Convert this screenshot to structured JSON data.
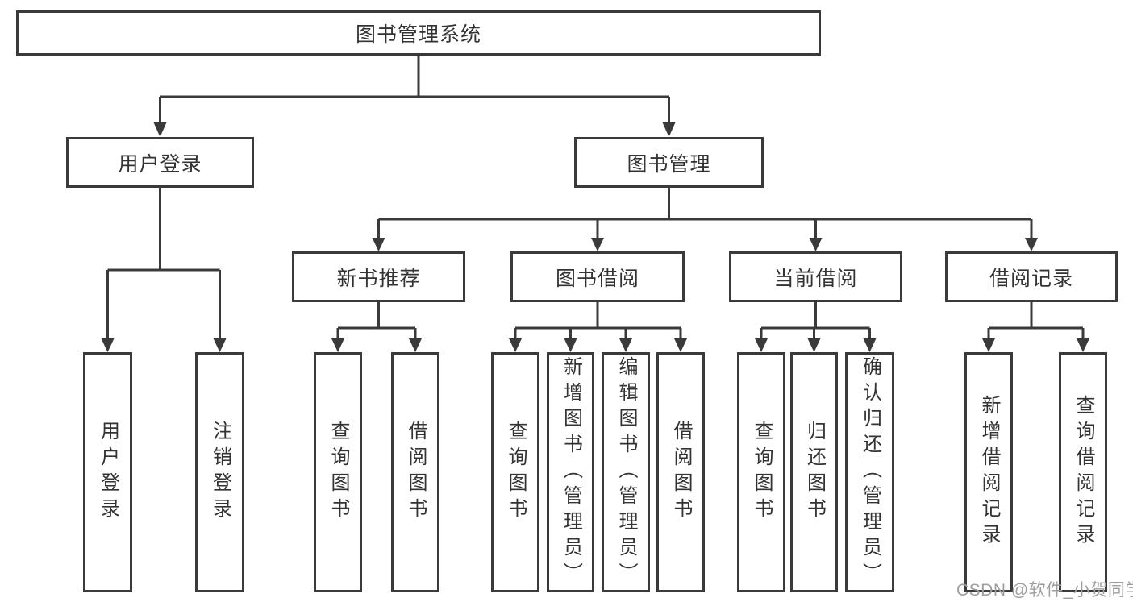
{
  "diagram": {
    "tree": {
      "label": "图书管理系统",
      "children": [
        {
          "label": "用户登录",
          "children": [
            {
              "label": "用户登录"
            },
            {
              "label": "注销登录"
            }
          ]
        },
        {
          "label": "图书管理",
          "children": [
            {
              "label": "新书推荐",
              "children": [
                {
                  "label": "查询图书"
                },
                {
                  "label": "借阅图书"
                }
              ]
            },
            {
              "label": "图书借阅",
              "children": [
                {
                  "label": "查询图书"
                },
                {
                  "label": "新增图书（管理员）"
                },
                {
                  "label": "编辑图书（管理员）"
                },
                {
                  "label": "借阅图书"
                }
              ]
            },
            {
              "label": "当前借阅",
              "children": [
                {
                  "label": "查询图书"
                },
                {
                  "label": "归还图书"
                },
                {
                  "label": "确认归还（管理员）"
                }
              ]
            },
            {
              "label": "借阅记录",
              "children": [
                {
                  "label": "新增借阅记录"
                },
                {
                  "label": "查询借阅记录"
                }
              ]
            }
          ]
        }
      ]
    },
    "colors": {
      "line": "#3a3a3a",
      "text": "#333333",
      "watermark": "#9e9e9e"
    }
  },
  "watermark": {
    "text": "CSDN @软件_小贺同学"
  }
}
